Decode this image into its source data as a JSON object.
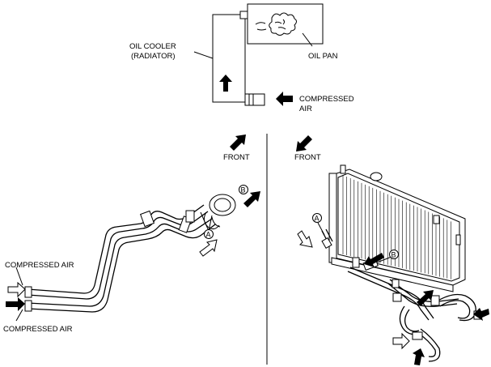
{
  "schematic": {
    "oil_cooler_line1": "OIL COOLER",
    "oil_cooler_line2": "(RADIATOR)",
    "oil_pan": "OIL PAN",
    "compressed_line1": "COMPRESSED",
    "compressed_line2": "AIR"
  },
  "left_view": {
    "front": "FRONT",
    "marker_a": "A",
    "marker_b": "B",
    "compressed_air_top": "COMPRESSED AIR",
    "compressed_air_bottom": "COMPRESSED AIR"
  },
  "right_view": {
    "front": "FRONT",
    "marker_a": "A",
    "marker_b": "B"
  }
}
